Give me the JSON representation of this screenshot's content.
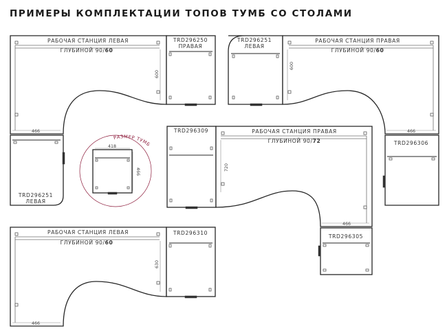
{
  "title": "ПРИМЕРЫ КОМПЛЕКТАЦИИ ТОПОВ ТУМБ СО СТОЛАМИ",
  "set1": {
    "station_name": "РАБОЧАЯ СТАНЦИЯ ЛЕВАЯ",
    "depth_prefix": "ГЛУБИНОЙ 90/",
    "depth_value": "60",
    "depth_dim": "600",
    "cabinet_top_code": "TRD296250",
    "cabinet_top_side": "ПРАВАЯ",
    "width_dim": "466",
    "cabinet_bottom_code": "TRD296251",
    "cabinet_bottom_side": "ЛЕВАЯ"
  },
  "set2": {
    "cabinet_code": "TRD296251",
    "cabinet_side": "ЛЕВАЯ",
    "station_name": "РАБОЧАЯ СТАНЦИЯ ПРАВАЯ",
    "depth_prefix": "ГЛУБИНОЙ 90/",
    "depth_value": "60",
    "depth_dim": "600",
    "width_dim": "466",
    "cabinet_right_code": "TRD296306"
  },
  "set3": {
    "cabinet_code": "TRD296309",
    "station_name": "РАБОЧАЯ СТАНЦИЯ ПРАВАЯ",
    "depth_prefix": "ГЛУБИНОЙ 90/",
    "depth_value": "72",
    "depth_dim": "720",
    "width_dim": "466",
    "cabinet_bottom_code": "TRD296305"
  },
  "set4": {
    "station_name": "РАБОЧАЯ СТАНЦИЯ ЛЕВАЯ",
    "depth_prefix": "ГЛУБИНОЙ 90/",
    "depth_value": "60",
    "depth_dim": "630",
    "cabinet_code": "TRD296310",
    "width_dim": "466"
  },
  "cabinet_size": {
    "caption": "РАЗМЕР ТУМБ",
    "width": "418",
    "depth": "466"
  },
  "colors": {
    "lines": "#262626",
    "accent": "#8c1a3a"
  }
}
